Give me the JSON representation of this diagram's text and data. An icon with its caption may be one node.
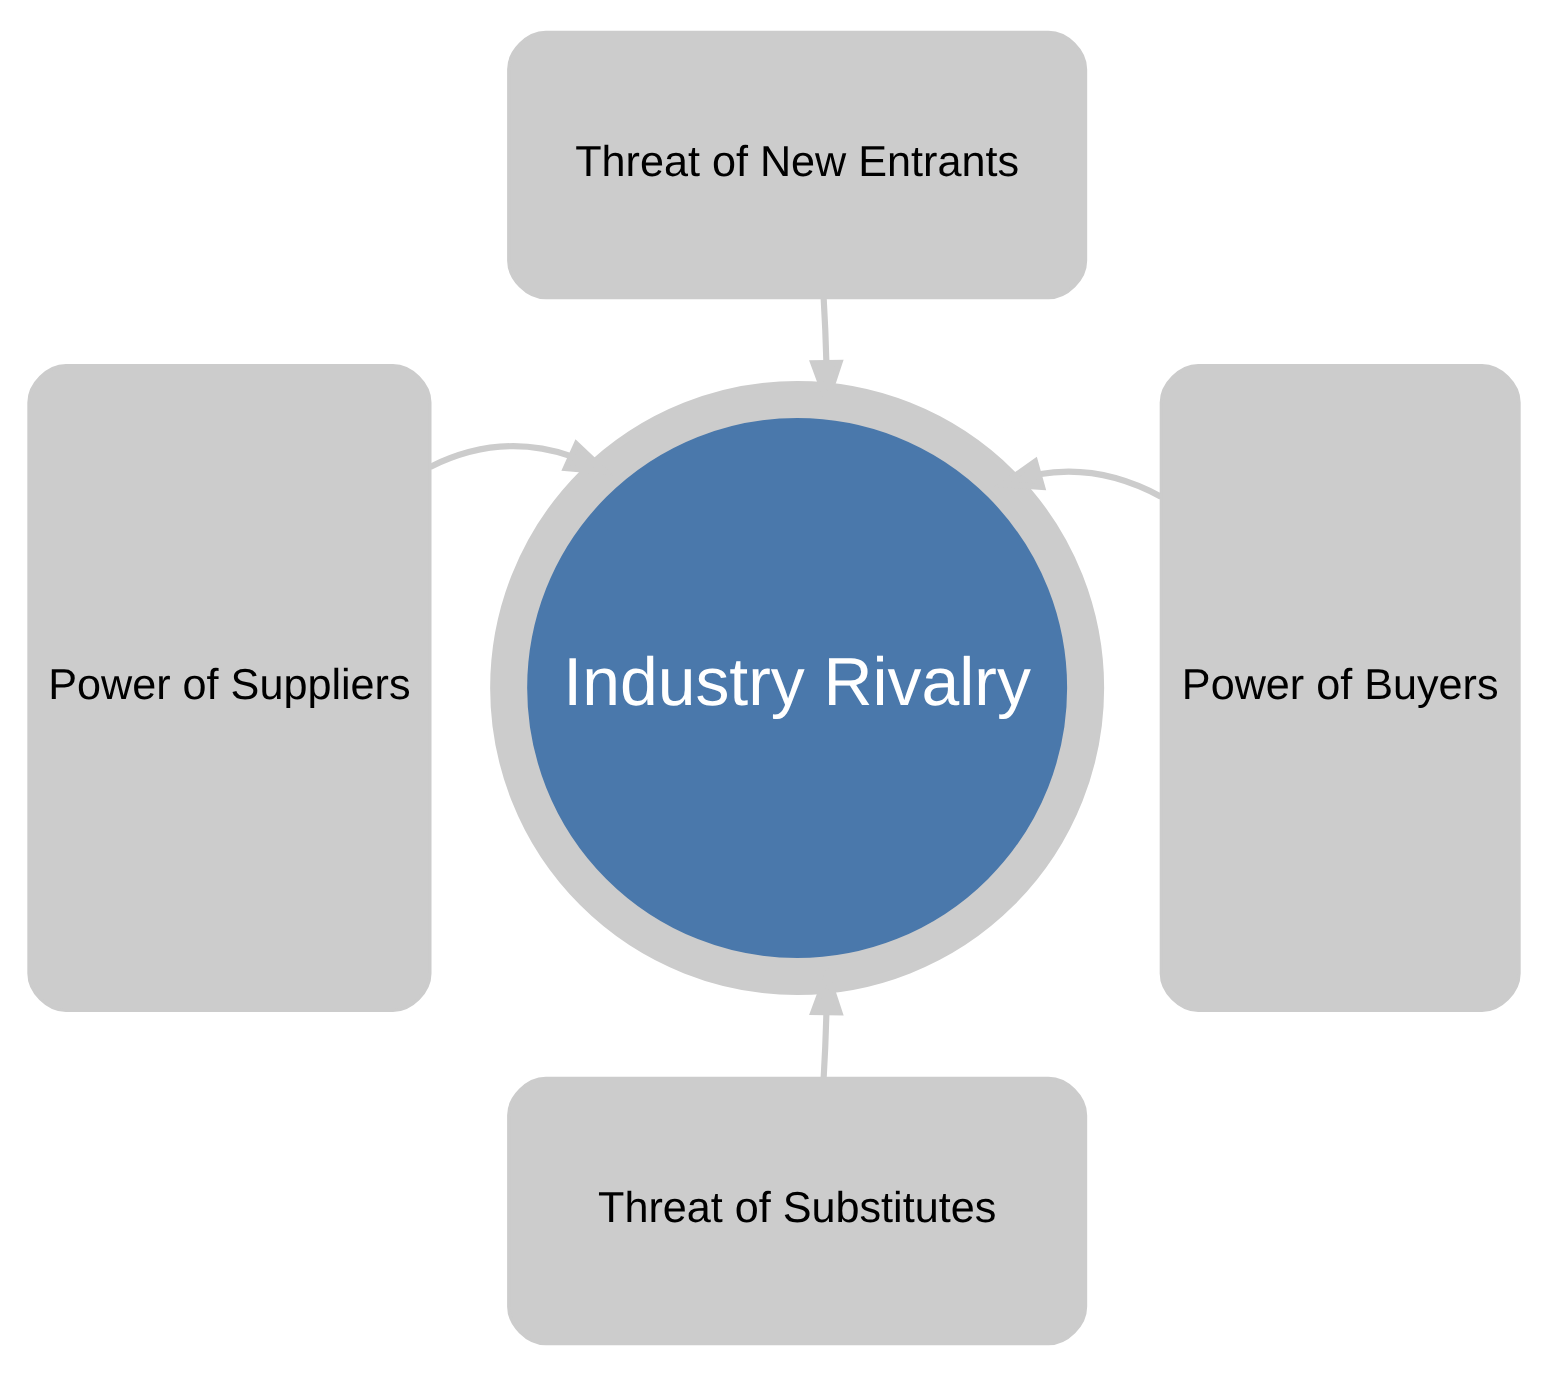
{
  "diagram": {
    "nodes": [
      {
        "text": [
          "Threat of New Entrants"
        ]
      },
      {
        "text": [
          "Power of Suppliers"
        ]
      },
      {
        "text": [
          "Industry Rivalry"
        ]
      },
      {
        "text": [
          "Power of Buyers"
        ]
      },
      {
        "text": [
          "Threat of Substitutes"
        ]
      }
    ],
    "edges": [
      {
        "from": 0,
        "to": 2,
        "arrow": "to"
      },
      {
        "from": 1,
        "to": 2,
        "arrow": "to"
      },
      {
        "from": 3,
        "to": 2,
        "arrow": "to"
      },
      {
        "from": 4,
        "to": 2,
        "arrow": "to"
      }
    ]
  }
}
